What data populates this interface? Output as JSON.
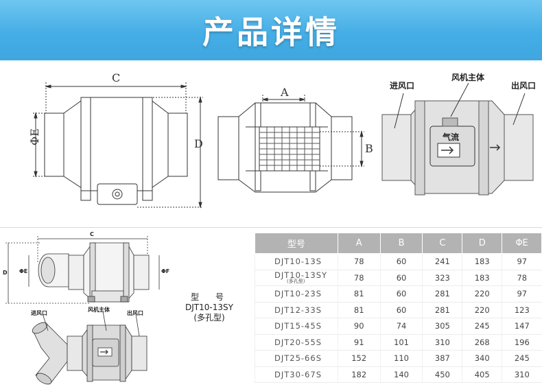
{
  "banner": {
    "title": "产品详情"
  },
  "diagrams": {
    "side_view": {
      "dim_c": "C",
      "dim_d": "D",
      "dim_phi_e": "ΦE"
    },
    "end_view": {
      "dim_a": "A",
      "dim_b": "B"
    },
    "flow_view": {
      "inlet": "进风口",
      "fan_body": "风机主体",
      "outlet": "出风口",
      "airflow": "气流"
    },
    "small_side": {
      "dim_c": "C",
      "dim_d": "D",
      "dim_phi_e": "ΦE",
      "dim_phi_f": "ΦF"
    },
    "small_flow": {
      "inlet": "进风口",
      "fan_body": "风机主体",
      "outlet": "出风口"
    }
  },
  "model_caption": {
    "line1": "型　号",
    "line2": "DJT10-13SY",
    "line3": "(多孔型)"
  },
  "table": {
    "headers": [
      "型号",
      "A",
      "B",
      "C",
      "D",
      "ΦE"
    ],
    "rows": [
      {
        "model": "DJT10-13S",
        "sub": "",
        "a": "78",
        "b": "60",
        "c": "241",
        "d": "183",
        "e": "97"
      },
      {
        "model": "DJT10-13SY",
        "sub": "(多孔型)",
        "a": "78",
        "b": "60",
        "c": "323",
        "d": "183",
        "e": "78"
      },
      {
        "model": "DJT10-23S",
        "sub": "",
        "a": "81",
        "b": "60",
        "c": "281",
        "d": "220",
        "e": "97"
      },
      {
        "model": "DJT12-33S",
        "sub": "",
        "a": "81",
        "b": "60",
        "c": "281",
        "d": "220",
        "e": "123"
      },
      {
        "model": "DJT15-45S",
        "sub": "",
        "a": "90",
        "b": "74",
        "c": "305",
        "d": "245",
        "e": "147"
      },
      {
        "model": "DJT20-55S",
        "sub": "",
        "a": "91",
        "b": "101",
        "c": "310",
        "d": "268",
        "e": "196"
      },
      {
        "model": "DJT25-66S",
        "sub": "",
        "a": "152",
        "b": "110",
        "c": "387",
        "d": "340",
        "e": "245"
      },
      {
        "model": "DJT30-67S",
        "sub": "",
        "a": "182",
        "b": "140",
        "c": "450",
        "d": "405",
        "e": "310"
      }
    ]
  },
  "colors": {
    "banner_top": "#6ec6f0",
    "banner_bottom": "#3fa6df",
    "table_header": "#b3b3b3"
  }
}
